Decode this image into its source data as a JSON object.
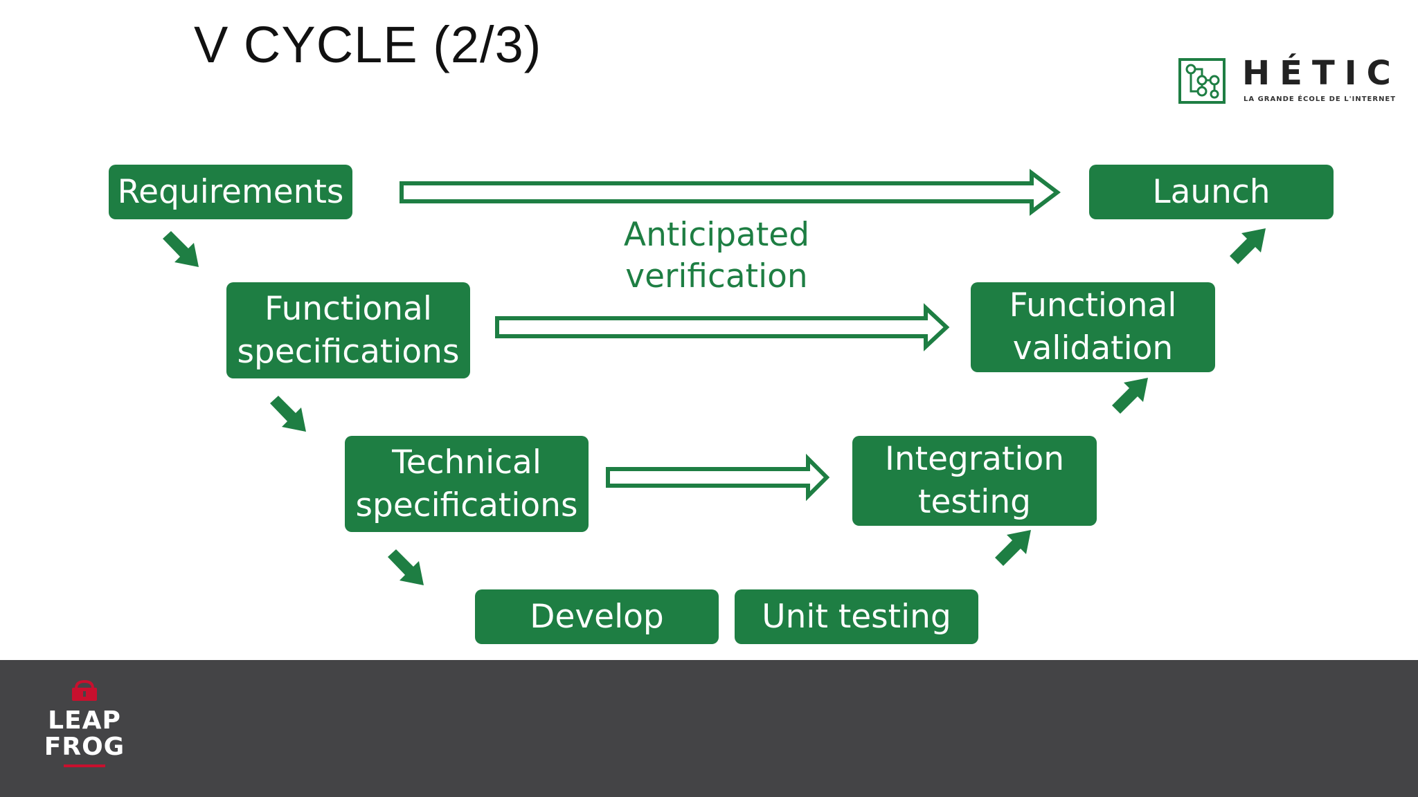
{
  "title": "V CYCLE (2/3)",
  "brand": {
    "hetic_name": "HÉTIC",
    "hetic_tagline": "LA GRANDE ÉCOLE DE L'INTERNET",
    "leapfrog_line1": "LEAP",
    "leapfrog_line2": "FROG",
    "green": "#1e7e43",
    "footer_color": "#444446",
    "leapfrog_red": "#c8102e"
  },
  "diagram": {
    "boxes": {
      "requirements": "Requirements",
      "functional_specifications": "Functional\nspecifications",
      "technical_specifications": "Technical\nspecifications",
      "develop": "Develop",
      "unit_testing": "Unit testing",
      "integration_testing": "Integration\ntesting",
      "functional_validation": "Functional\nvalidation",
      "launch": "Launch"
    },
    "anticipated_verification": "Anticipated\nverification"
  }
}
